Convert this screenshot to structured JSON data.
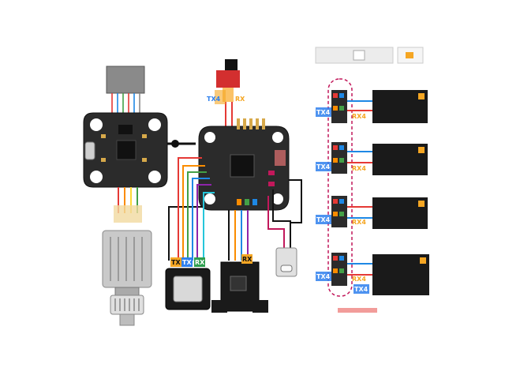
{
  "labels": {
    "fc_tx4": "TX4",
    "fc_rx": "RX",
    "rx_rx": "RX",
    "rx_tx": "TX",
    "gps_tx": "TX",
    "gps_rx": "RX",
    "tx4_1": "TX4",
    "rx4_1": "RX4",
    "tx4_2": "TX4",
    "rx4_2": "RX4",
    "tx4_3": "TX4",
    "rx4_3": "RX4",
    "tx4_4": "TX4",
    "rx4_4": "RX4",
    "tx4_bottom": "TX4"
  },
  "colors": {
    "board": "#2b2b2b",
    "board_dark": "#111111",
    "wire_red": "#e53935",
    "wire_blue": "#1e88e5",
    "wire_green": "#43a047",
    "wire_orange": "#fb8c00",
    "wire_purple": "#8e24aa",
    "wire_yellow": "#fdd835",
    "wire_black": "#111111",
    "wire_cyan": "#26c6da",
    "wire_magenta": "#c2185b",
    "label_orange": "#f5a623",
    "label_blue": "#2f80ed",
    "label_green": "#2e9e4f",
    "vtx_orange": "#f5a623"
  }
}
